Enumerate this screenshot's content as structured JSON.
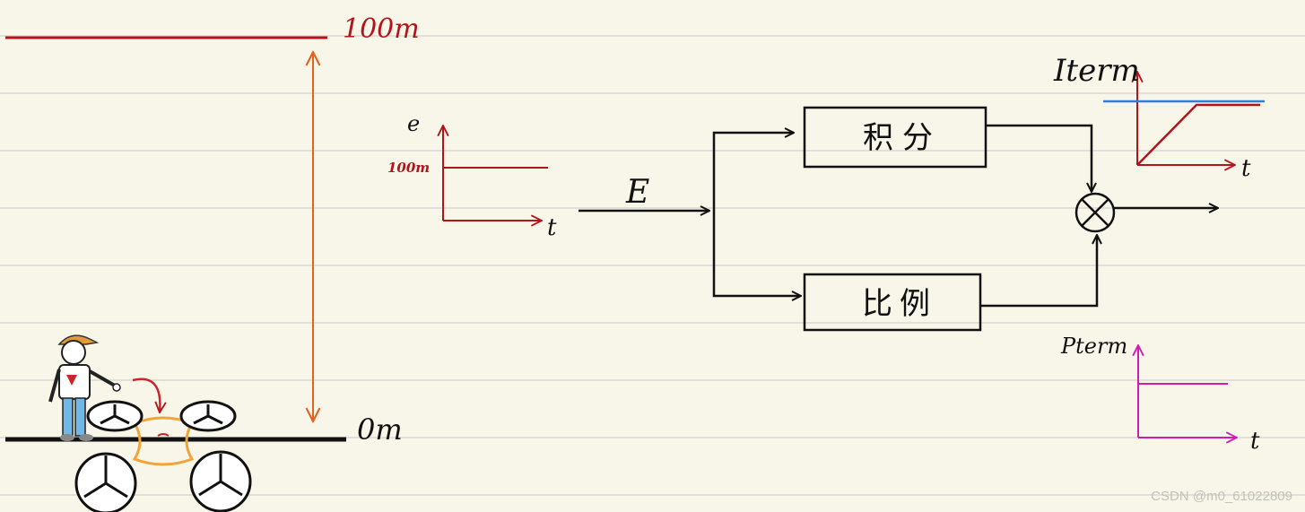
{
  "labels": {
    "top_height": "100m",
    "ground_height": "0m",
    "error_axis_y": "e",
    "error_axis_x": "t",
    "error_level": "100m",
    "input_signal": "E",
    "integral_block": "积分",
    "proportional_block": "比例",
    "iterm_axis_y": "Iterm",
    "iterm_axis_x": "t",
    "pterm_axis_y": "Pterm",
    "pterm_axis_x": "t",
    "watermark": "CSDN @m0_61022809"
  },
  "colors": {
    "background": "#f8f6e9",
    "ruled_line": "#d9d9d2",
    "red": "#b3141b",
    "orange": "#e2621f",
    "black": "#111111",
    "blue": "#2f7fe0",
    "magenta": "#d21bb0",
    "drone_orange": "#f1a43a"
  },
  "icons": {
    "person": "person-icon",
    "drone": "drone-icon",
    "summing_junction": "multiply-junction-icon"
  }
}
